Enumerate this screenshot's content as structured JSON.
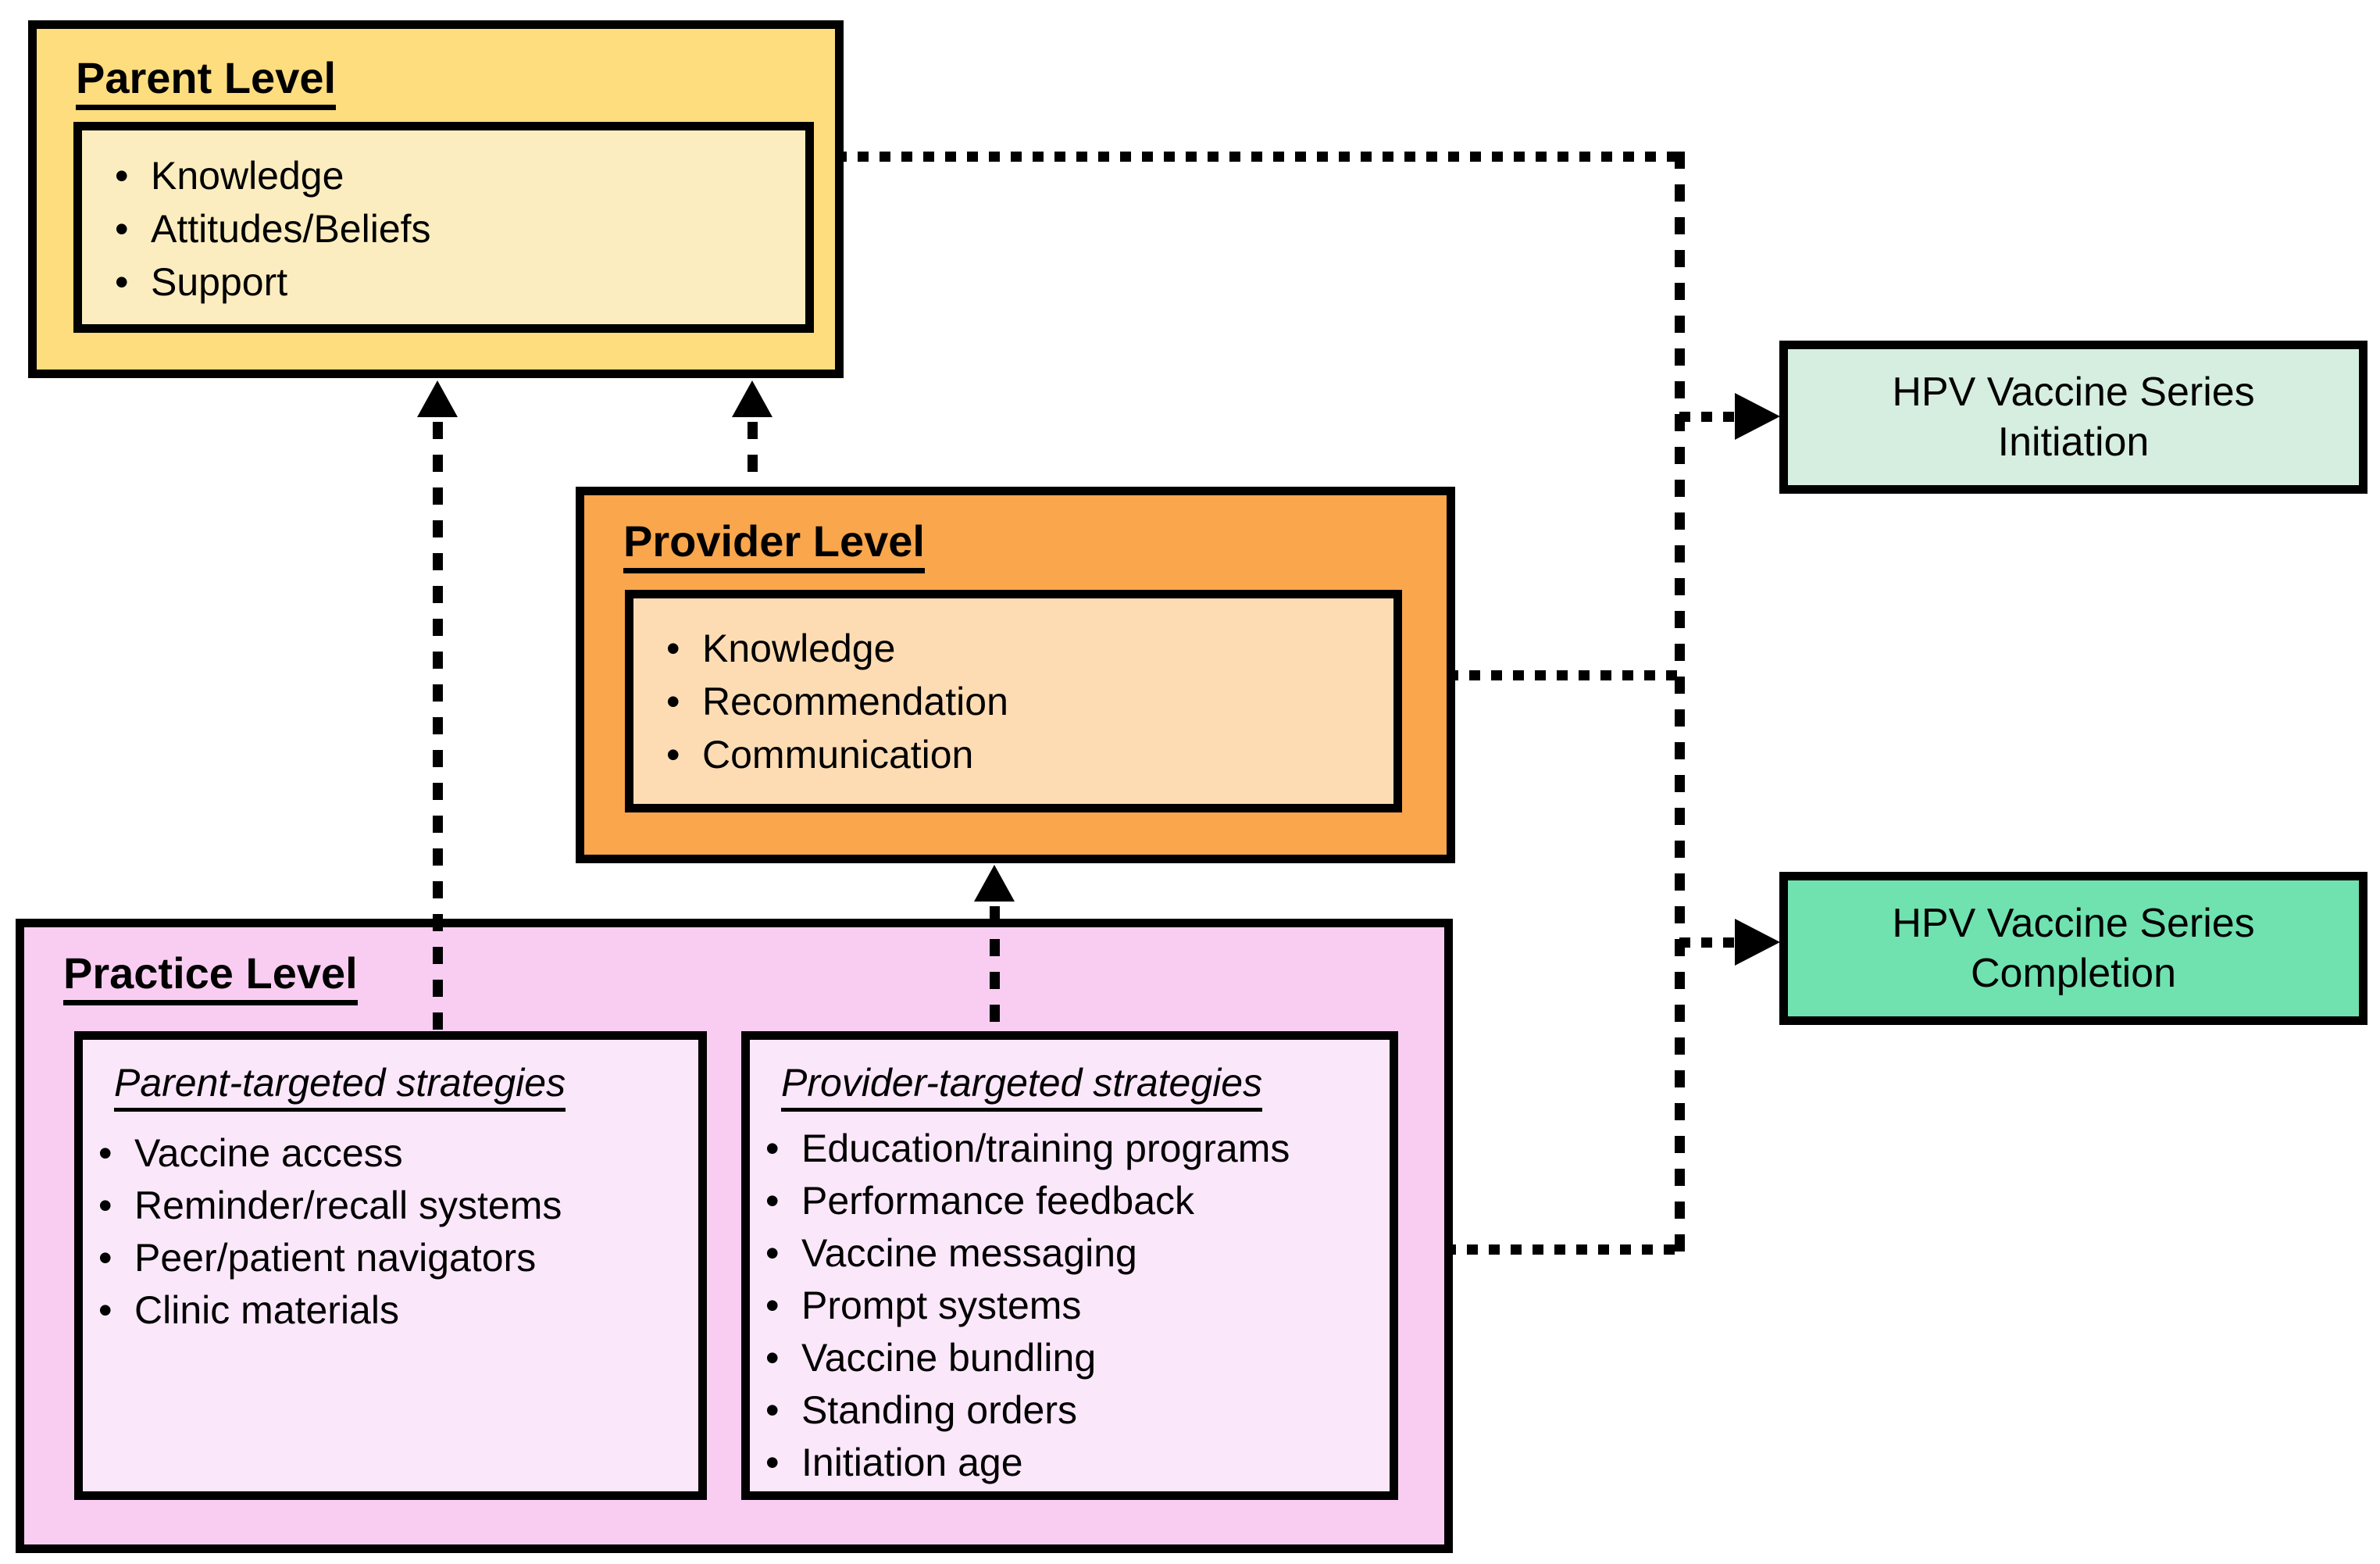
{
  "diagram": {
    "parent_level": {
      "title": "Parent Level",
      "factors": [
        "Knowledge",
        "Attitudes/Beliefs",
        "Support"
      ]
    },
    "provider_level": {
      "title": "Provider Level",
      "factors": [
        "Knowledge",
        "Recommendation",
        "Communication"
      ]
    },
    "practice_level": {
      "title": "Practice Level",
      "parent_targeted": {
        "heading": "Parent-targeted strategies",
        "items": [
          "Vaccine access",
          "Reminder/recall systems",
          "Peer/patient navigators",
          "Clinic materials"
        ]
      },
      "provider_targeted": {
        "heading": "Provider-targeted strategies",
        "items": [
          "Education/training programs",
          "Performance feedback",
          "Vaccine messaging",
          "Prompt systems",
          "Vaccine bundling",
          "Standing orders",
          "Initiation age"
        ]
      }
    },
    "outcomes": {
      "initiation": {
        "line1": "HPV Vaccine Series",
        "line2": "Initiation"
      },
      "completion": {
        "line1": "HPV Vaccine Series",
        "line2": "Completion"
      }
    },
    "colors": {
      "parent_outer": "#FDDD7E",
      "parent_inner": "#FBEDBF",
      "provider_outer": "#F9A64D",
      "provider_inner": "#FDDCB4",
      "practice_outer": "#F9CDF1",
      "practice_inner": "#FBE7FA",
      "initiation_fill": "#D5EEDF",
      "completion_fill": "#6FE2B0",
      "line": "#000000"
    }
  }
}
